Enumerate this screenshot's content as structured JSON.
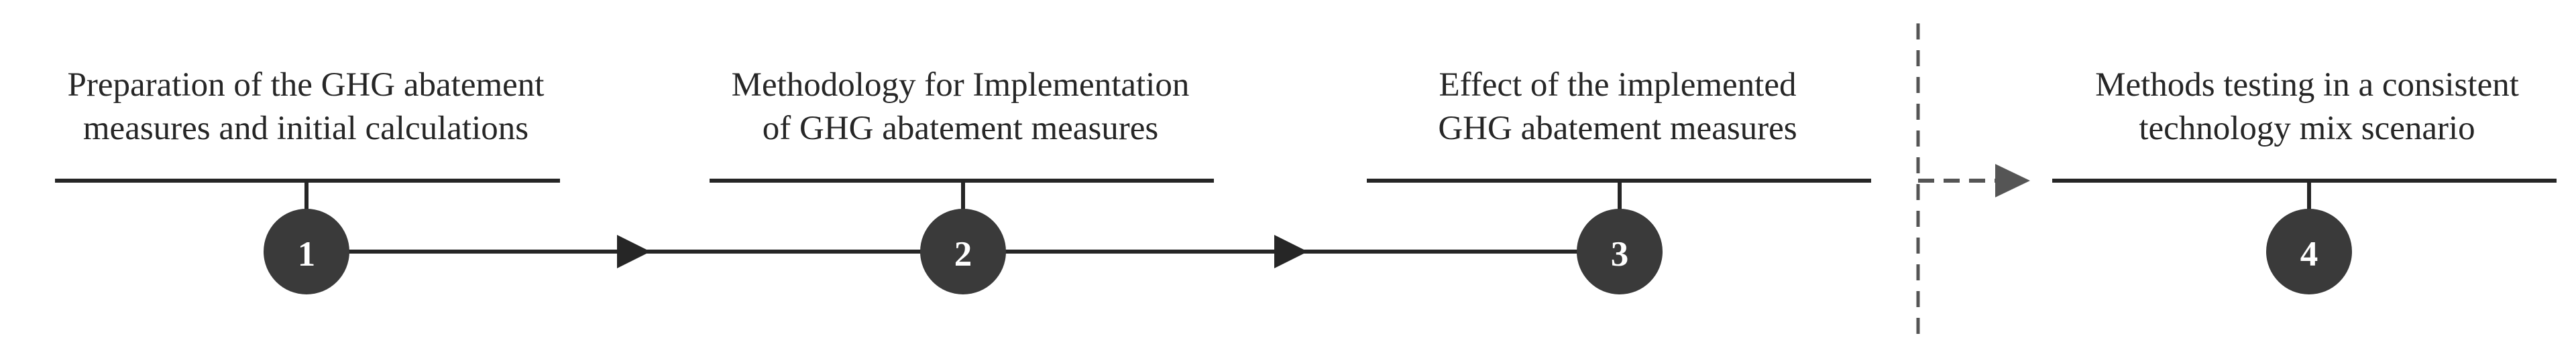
{
  "steps": [
    {
      "number": "1",
      "title_lines": [
        "Preparation of the GHG abatement",
        "measures and initial calculations"
      ]
    },
    {
      "number": "2",
      "title_lines": [
        "Methodology for Implementation",
        "of GHG abatement measures"
      ]
    },
    {
      "number": "3",
      "title_lines": [
        "Effect of the implemented",
        "GHG abatement measures"
      ]
    },
    {
      "number": "4",
      "title_lines": [
        "Methods testing in a consistent",
        "technology mix scenario"
      ]
    }
  ],
  "colors": {
    "node_fill": "#3a3a3a",
    "line": "#262626",
    "text": "#262626",
    "separator": "#555555"
  }
}
